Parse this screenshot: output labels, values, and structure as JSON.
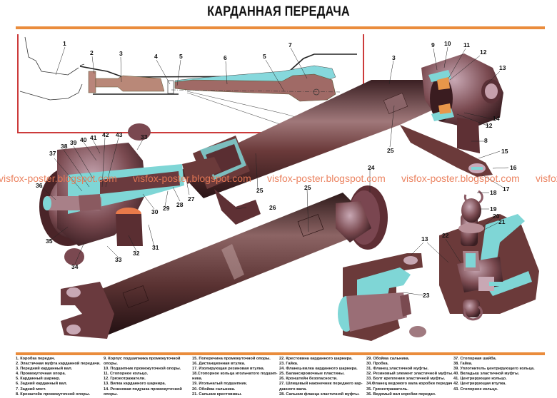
{
  "title": "КАРДАННАЯ ПЕРЕДАЧА",
  "accent_color": "#ea8c3c",
  "inset_border_color": "#cc3b3b",
  "part_color": "#6b3a3a",
  "cutaway_color": "#7fd6d6",
  "watermark": "visfox-poster.blogspot.com",
  "inset_callouts": [
    "1",
    "2",
    "3",
    "4",
    "5",
    "6",
    "5",
    "7"
  ],
  "callouts": [
    "3",
    "8",
    "9",
    "10",
    "11",
    "12",
    "12",
    "13",
    "13",
    "14",
    "15",
    "16",
    "17",
    "18",
    "19",
    "20",
    "21",
    "22",
    "23",
    "24",
    "25",
    "25",
    "25",
    "26",
    "27",
    "28",
    "29",
    "30",
    "31",
    "32",
    "33",
    "33",
    "34",
    "35",
    "36",
    "37",
    "38",
    "39",
    "40",
    "41",
    "42",
    "43"
  ],
  "legend": {
    "columns": [
      [
        "1. Коробка передач.",
        "2. Эластичная муфта карданной передачи.",
        "3. Передний карданный вал.",
        "4. Промежуточная опора.",
        "5. Карданный шарнир.",
        "6. Задний карданный вал.",
        "7. Задний мост.",
        "8. Кронштейн промежуточной опоры."
      ],
      [
        "9. Корпус подшипника промежуточной",
        "опоры.",
        "10. Подшипник промежуточной опоры.",
        "11. Стопорное кольцо.",
        "12. Грязеотражатели.",
        "13. Вилка карданного шарнира.",
        "14. Резиновая подушка промежуточной",
        "опоры."
      ],
      [
        "15. Поперечина промежуточной опоры.",
        "16. Дистанционная втулка.",
        "17. Изолирующая резиновая втулка.",
        "18.Стопорное кольца игольчатого подшип-",
        "ника.",
        "19. Игольчатый подшипник.",
        "20. Обойма сальника.",
        "21. Сальник крестовины."
      ],
      [
        "22. Крестовина карданного шарнира.",
        "23. Гайка.",
        "24. Фланец-вилка карданного шарнира.",
        "25. Балансировочные пластины.",
        "26. Кронштейн безопасности.",
        "27. Шлицевый наконечник переднего кар-",
        "данного вала.",
        "28. Сальник фланца эластичной муфты."
      ],
      [
        "29. Обойма сальника.",
        "30. Пробка.",
        "31. Фланец эластичной муфты.",
        "32. Резиновый элемент эластичной муфты.",
        "33. Болт крепления эластичной муфты.",
        "34.Фланец ведомого вала коробки передач",
        "35. Грязеотражатель.",
        "36. Ведомый вал коробки передач."
      ],
      [
        "37. Стопорная шайба.",
        "38. Гайка.",
        "39. Уплотнитель центрирующего кольца.",
        "40. Вкладыш эластичной муфты.",
        "41. Центрирующее кольцо.",
        "42. Центрирующая втулка.",
        "43. Стопорное кольцо."
      ]
    ]
  }
}
